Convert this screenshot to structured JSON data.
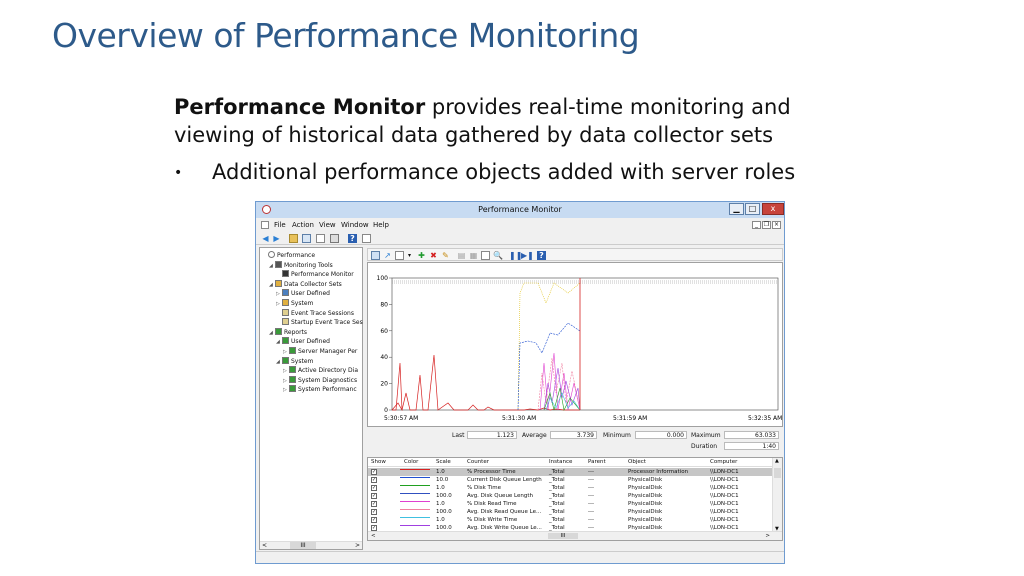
{
  "slide": {
    "title": "Overview of Performance Monitoring",
    "lead_bold": "Performance Monitor",
    "lead_rest": " provides real-time monitoring and viewing of historical data gathered by data collector sets",
    "bullet_mark": "•",
    "bullet": "Additional performance objects added with server roles"
  },
  "window": {
    "title": "Performance Monitor",
    "buttons": {
      "minimize": "▁",
      "maximize": "□",
      "close": "x"
    },
    "menu": [
      "File",
      "Action",
      "View",
      "Window",
      "Help"
    ],
    "mdi": {
      "minimize": "_",
      "restore": "❐",
      "close": "×"
    }
  },
  "tree": [
    {
      "label": "Performance",
      "level": 0,
      "exp": ""
    },
    {
      "label": "Monitoring Tools",
      "level": 1,
      "exp": "◢"
    },
    {
      "label": "Performance Monitor",
      "level": 2,
      "exp": ""
    },
    {
      "label": "Data Collector Sets",
      "level": 1,
      "exp": "◢"
    },
    {
      "label": "User Defined",
      "level": 2,
      "exp": "▷"
    },
    {
      "label": "System",
      "level": 2,
      "exp": "▷"
    },
    {
      "label": "Event Trace Sessions",
      "level": 2,
      "exp": ""
    },
    {
      "label": "Startup Event Trace Ses",
      "level": 2,
      "exp": ""
    },
    {
      "label": "Reports",
      "level": 1,
      "exp": "◢"
    },
    {
      "label": "User Defined",
      "level": 2,
      "exp": "◢"
    },
    {
      "label": "Server Manager Per",
      "level": 3,
      "exp": "▷"
    },
    {
      "label": "System",
      "level": 2,
      "exp": "◢"
    },
    {
      "label": "Active Directory Dia",
      "level": 3,
      "exp": "▷"
    },
    {
      "label": "System Diagnostics",
      "level": 3,
      "exp": "▷"
    },
    {
      "label": "System Performanc",
      "level": 3,
      "exp": "▷"
    }
  ],
  "tree_scroll": {
    "left": "<",
    "thumb": "III",
    "right": ">"
  },
  "graph": {
    "y_ticks": [
      "100",
      "80",
      "60",
      "40",
      "20",
      "0"
    ],
    "x_ticks": [
      "5:30:57 AM",
      "5:31:30 AM",
      "5:31:59 AM",
      "5:32:35 AM"
    ]
  },
  "stats": {
    "last_label": "Last",
    "last": "1.123",
    "average_label": "Average",
    "average": "3.739",
    "minimum_label": "Minimum",
    "minimum": "0.000",
    "maximum_label": "Maximum",
    "maximum": "63.033",
    "duration_label": "Duration",
    "duration": "1:40"
  },
  "legend": {
    "headers": [
      "Show",
      "Color",
      "Scale",
      "Counter",
      "Instance",
      "Parent",
      "Object",
      "Computer"
    ],
    "rows": [
      {
        "color": "#d62020",
        "scale": "1.0",
        "counter": "% Processor Time",
        "instance": "_Total",
        "parent": "---",
        "object": "Processor Information",
        "computer": "\\\\LON-DC1"
      },
      {
        "color": "#2050d0",
        "scale": "10.0",
        "counter": "Current Disk Queue Length",
        "instance": "_Total",
        "parent": "---",
        "object": "PhysicalDisk",
        "computer": "\\\\LON-DC1"
      },
      {
        "color": "#20a020",
        "scale": "1.0",
        "counter": "% Disk Time",
        "instance": "_Total",
        "parent": "---",
        "object": "PhysicalDisk",
        "computer": "\\\\LON-DC1"
      },
      {
        "color": "#3050c0",
        "scale": "100.0",
        "counter": "Avg. Disk Queue Length",
        "instance": "_Total",
        "parent": "---",
        "object": "PhysicalDisk",
        "computer": "\\\\LON-DC1"
      },
      {
        "color": "#e040d0",
        "scale": "1.0",
        "counter": "% Disk Read Time",
        "instance": "_Total",
        "parent": "---",
        "object": "PhysicalDisk",
        "computer": "\\\\LON-DC1"
      },
      {
        "color": "#f080a0",
        "scale": "100.0",
        "counter": "Avg. Disk Read Queue Le...",
        "instance": "_Total",
        "parent": "---",
        "object": "PhysicalDisk",
        "computer": "\\\\LON-DC1"
      },
      {
        "color": "#40c0e0",
        "scale": "1.0",
        "counter": "% Disk Write Time",
        "instance": "_Total",
        "parent": "---",
        "object": "PhysicalDisk",
        "computer": "\\\\LON-DC1"
      },
      {
        "color": "#a040e0",
        "scale": "100.0",
        "counter": "Avg. Disk Write Queue Le...",
        "instance": "_Total",
        "parent": "---",
        "object": "PhysicalDisk",
        "computer": "\\\\LON-DC1"
      }
    ],
    "hscroll": {
      "left": "<",
      "thumb": "III",
      "right": ">"
    }
  }
}
